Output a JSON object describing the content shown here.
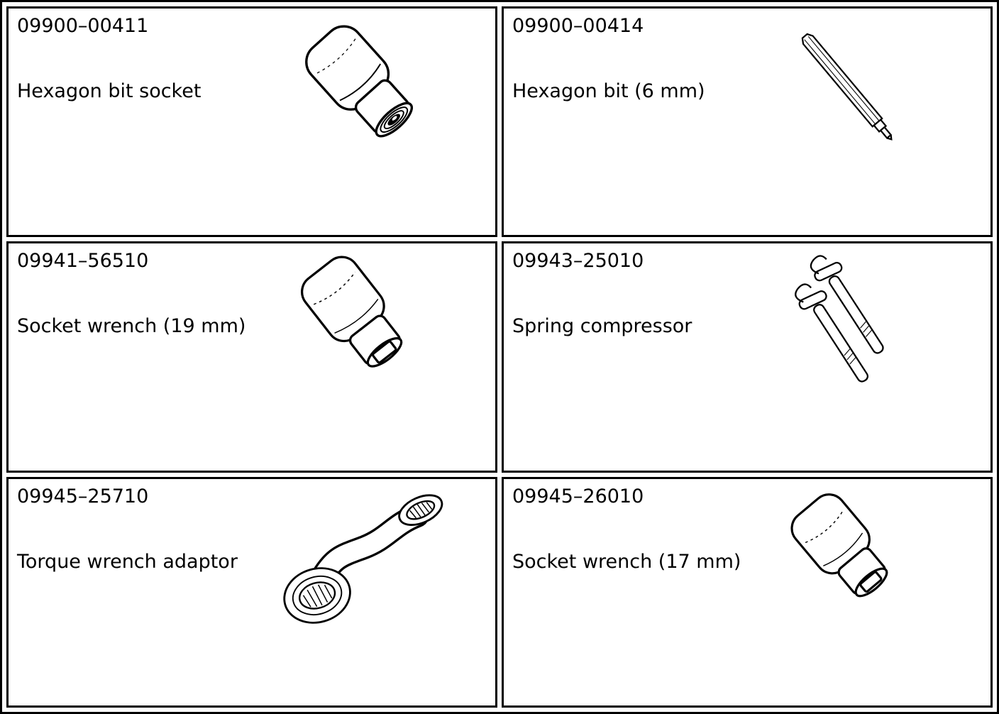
{
  "table": {
    "cells": [
      {
        "part_number": "09900–00411",
        "tool_name": "Hexagon bit socket"
      },
      {
        "part_number": "09900–00414",
        "tool_name": "Hexagon bit (6 mm)"
      },
      {
        "part_number": "09941–56510",
        "tool_name": "Socket wrench (19 mm)"
      },
      {
        "part_number": "09943–25010",
        "tool_name": "Spring compressor"
      },
      {
        "part_number": "09945–25710",
        "tool_name": "Torque wrench adaptor"
      },
      {
        "part_number": "09945–26010",
        "tool_name": "Socket wrench (17 mm)"
      }
    ]
  }
}
